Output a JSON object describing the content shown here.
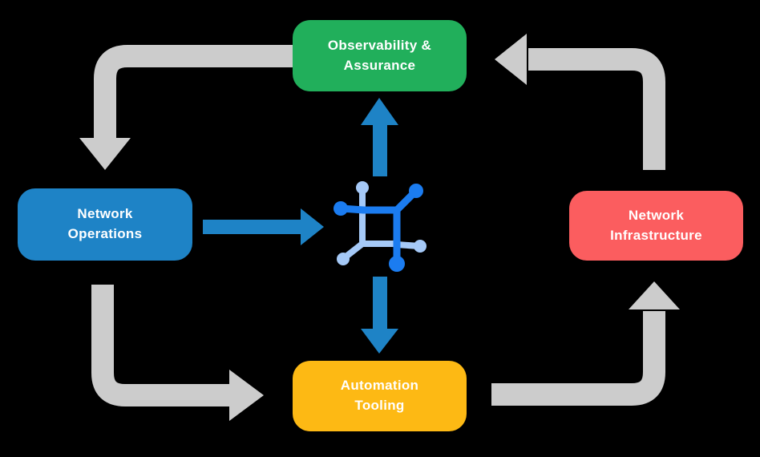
{
  "colors": {
    "background": "#000000",
    "observability_green": "#21AF5B",
    "operations_blue": "#1E83C6",
    "infrastructure_red": "#FB5D5F",
    "automation_yellow": "#FDB914",
    "arrow_gray": "#CCCCCC",
    "arrow_blue": "#1E83C6",
    "icon_dark_blue": "#1B7CF0",
    "icon_light_blue": "#A5C9F7",
    "text_white": "#FFFFFF"
  },
  "nodes": [
    {
      "id": "observability",
      "label": "Observability &\nAssurance",
      "color": "#21AF5B"
    },
    {
      "id": "operations",
      "label": "Network\nOperations",
      "color": "#1E83C6"
    },
    {
      "id": "infrastructure",
      "label": "Network\nInfrastructure",
      "color": "#FB5D5F"
    },
    {
      "id": "automation",
      "label": "Automation\nTooling",
      "color": "#FDB914"
    }
  ],
  "center_icon": {
    "name": "network-automation-icon"
  },
  "flows": [
    {
      "from": "observability",
      "to": "operations",
      "style": "gray-elbow"
    },
    {
      "from": "operations",
      "to": "automation",
      "style": "gray-elbow"
    },
    {
      "from": "automation",
      "to": "infrastructure",
      "style": "gray-elbow"
    },
    {
      "from": "infrastructure",
      "to": "observability",
      "style": "gray-elbow"
    },
    {
      "from": "operations",
      "to": "center-icon",
      "style": "blue-straight"
    },
    {
      "from": "center-icon",
      "to": "observability",
      "style": "blue-straight"
    },
    {
      "from": "center-icon",
      "to": "automation",
      "style": "blue-straight"
    }
  ]
}
